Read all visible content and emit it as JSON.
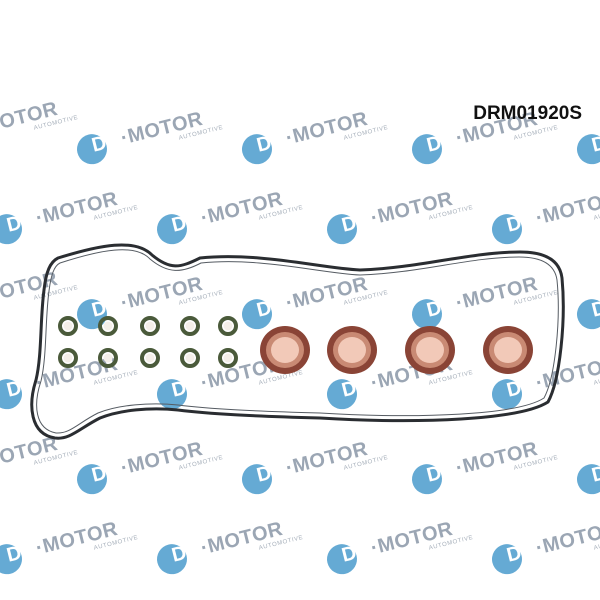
{
  "product": {
    "code": "DRM01920S"
  },
  "watermark": {
    "brand_left": "DR",
    "brand_right": "MOTOR",
    "tagline": "AUTOMOTIVE",
    "logo_color": "#3a93c8",
    "text_color": "#7f8ea0"
  },
  "colors": {
    "gasket": "#2a2d31",
    "oring_small": "#4a5a3a",
    "seal_outer": "#8a4436",
    "seal_inner": "#f2c9b8"
  }
}
